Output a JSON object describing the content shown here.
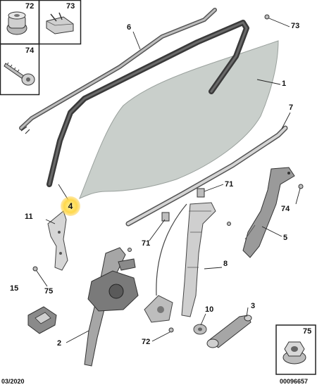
{
  "callouts": {
    "c1": "1",
    "c2": "2",
    "c3": "3",
    "c4": "4",
    "c5": "5",
    "c6": "6",
    "c7": "7",
    "c8": "8",
    "c10": "10",
    "c11": "11",
    "c15": "15",
    "c71a": "71",
    "c71b": "71",
    "c72": "72",
    "c73": "73",
    "c74": "74",
    "c75": "75"
  },
  "insets": {
    "b72": "72",
    "b73": "73",
    "b74": "74",
    "b75": "75"
  },
  "footer": {
    "date": "03/2020",
    "ref": "00096657"
  },
  "colors": {
    "glass": "#c9cfcb",
    "dark_part": "#3a3a3a",
    "mid_part": "#8a8a8a",
    "light_part": "#d6d6d6",
    "highlight": "#ffd84a"
  }
}
